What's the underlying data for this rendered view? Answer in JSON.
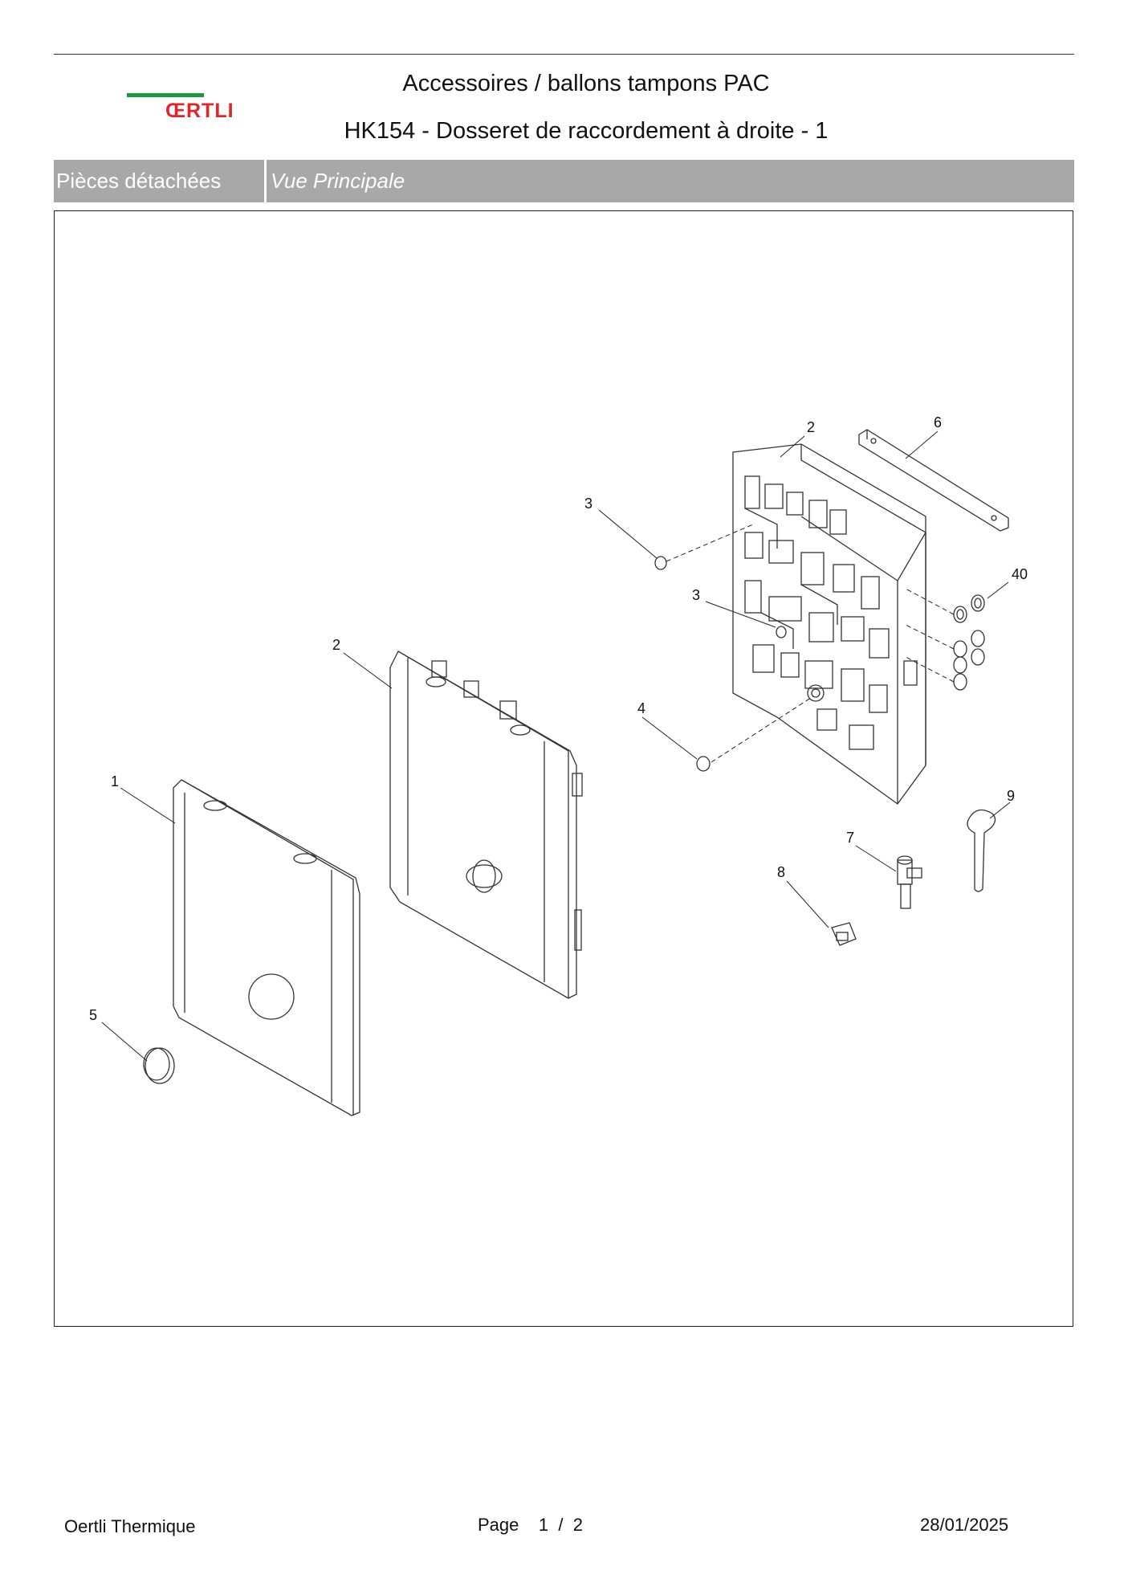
{
  "header": {
    "brand": "ŒRTLI",
    "title": "Accessoires / ballons tampons PAC",
    "subtitle": "HK154 - Dosseret de raccordement à droite - 1"
  },
  "band": {
    "section": "Pièces détachées",
    "view": "Vue Principale"
  },
  "callouts": [
    "2",
    "6",
    "3",
    "40",
    "3",
    "2",
    "4",
    "1",
    "9",
    "7",
    "8",
    "5"
  ],
  "footer": {
    "company": "Oertli Thermique",
    "page_label": "Page",
    "page_current": "1",
    "page_sep": "/",
    "page_total": "2",
    "date": "28/01/2025"
  }
}
